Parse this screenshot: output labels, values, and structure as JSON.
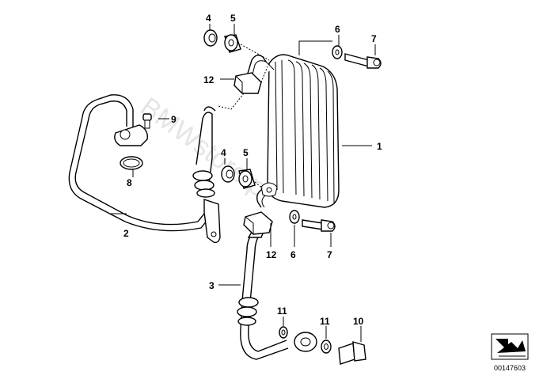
{
  "diagram": {
    "watermark": "BMWstore.pl",
    "reference_number": "00147603",
    "part_labels": [
      {
        "id": "label-1",
        "text": "1"
      },
      {
        "id": "label-2",
        "text": "2"
      },
      {
        "id": "label-3",
        "text": "3"
      },
      {
        "id": "label-4a",
        "text": "4"
      },
      {
        "id": "label-4b",
        "text": "4"
      },
      {
        "id": "label-5a",
        "text": "5"
      },
      {
        "id": "label-5b",
        "text": "5"
      },
      {
        "id": "label-6a",
        "text": "6"
      },
      {
        "id": "label-6b",
        "text": "6"
      },
      {
        "id": "label-7a",
        "text": "7"
      },
      {
        "id": "label-7b",
        "text": "7"
      },
      {
        "id": "label-8",
        "text": "8"
      },
      {
        "id": "label-9",
        "text": "9"
      },
      {
        "id": "label-10",
        "text": "10"
      },
      {
        "id": "label-11a",
        "text": "11"
      },
      {
        "id": "label-11b",
        "text": "11"
      },
      {
        "id": "label-12a",
        "text": "12"
      },
      {
        "id": "label-12b",
        "text": "12"
      }
    ],
    "icons": {
      "direction_icon": "arrow-box-icon"
    }
  }
}
